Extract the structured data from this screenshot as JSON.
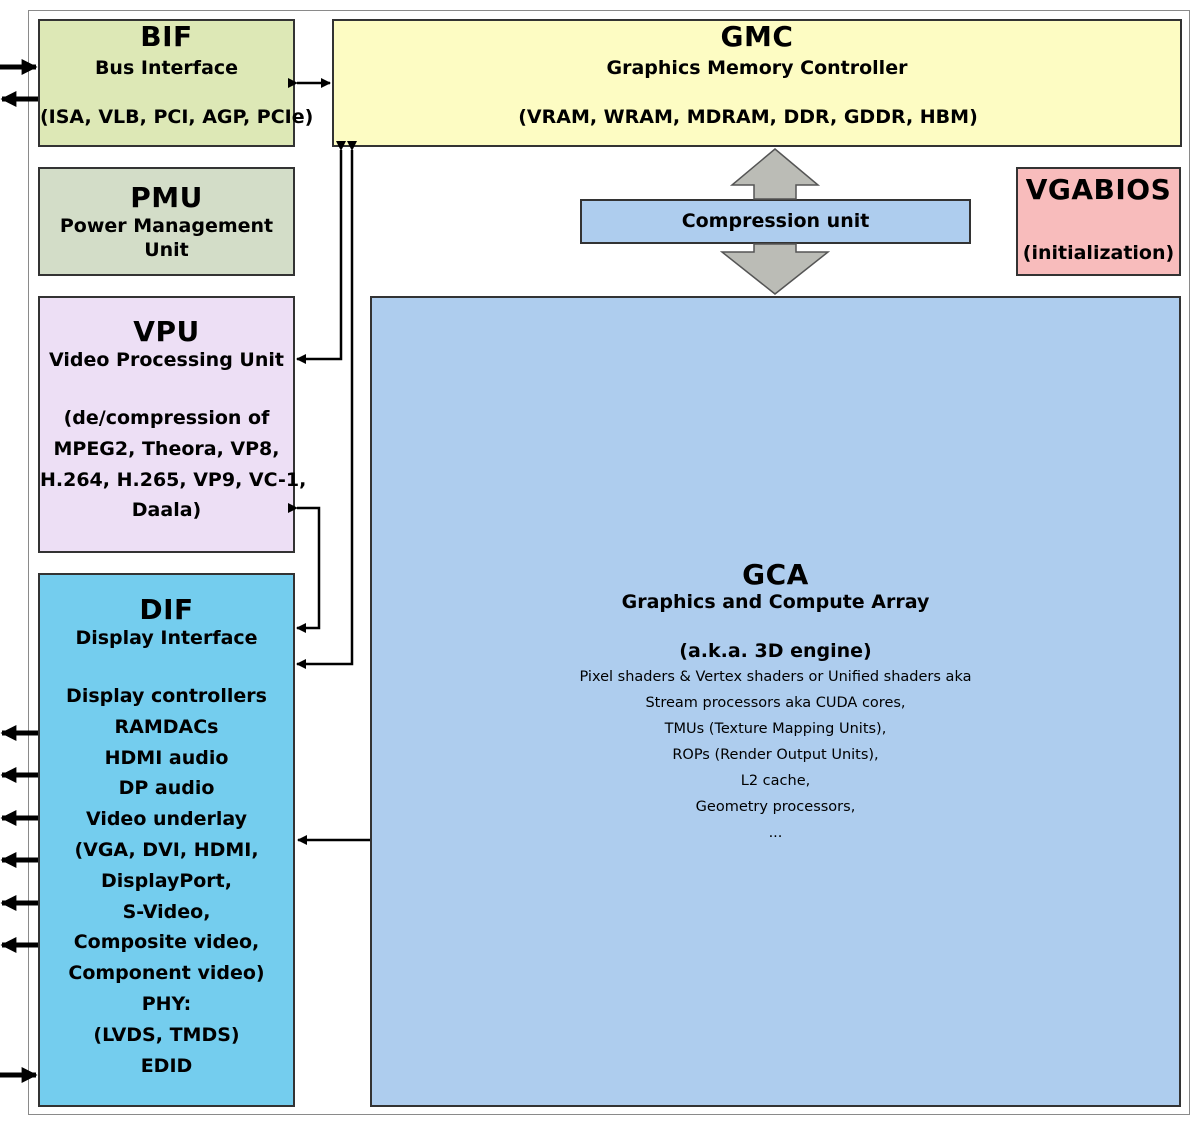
{
  "bif": {
    "title": "BIF",
    "subtitle": "Bus Interface",
    "buses": "(ISA, VLB, PCI, AGP, PCIe)"
  },
  "pmu": {
    "title": "PMU",
    "line1": "Power Management",
    "line2": "Unit"
  },
  "vpu": {
    "title": "VPU",
    "subtitle": "Video Processing Unit",
    "codecs": [
      "(de/compression of",
      "MPEG2, Theora, VP8,",
      "H.264, H.265, VP9, VC-1,",
      "Daala)"
    ]
  },
  "dif": {
    "title": "DIF",
    "subtitle": "Display Interface",
    "items": [
      "Display controllers",
      "RAMDACs",
      "HDMI audio",
      "DP audio",
      "Video underlay",
      "(VGA, DVI, HDMI,",
      "DisplayPort,",
      "S-Video,",
      "Composite video,",
      "Component video)",
      "PHY:",
      "(LVDS, TMDS)",
      "EDID"
    ]
  },
  "gmc": {
    "title": "GMC",
    "subtitle": "Graphics Memory Controller",
    "memory_types": "(VRAM, WRAM, MDRAM, DDR, GDDR, HBM)"
  },
  "vgabios": {
    "title": "VGABIOS",
    "note": "(initialization)"
  },
  "compression": {
    "label": "Compression unit"
  },
  "gca": {
    "title": "GCA",
    "subtitle": "Graphics and Compute Array",
    "aka": "(a.k.a. 3D engine)",
    "details": [
      "Pixel shaders & Vertex shaders or Unified shaders aka",
      "Stream processors aka CUDA cores,",
      "TMUs (Texture Mapping Units),",
      "ROPs (Render Output Units),",
      "L2 cache,",
      "Geometry processors,",
      "..."
    ]
  },
  "colors": {
    "bif": "#dde8b6",
    "pmu": "#d3ddc8",
    "vpu": "#eddff5",
    "dif": "#74cdee",
    "gmc": "#fdfcc3",
    "vgabios": "#f8bcbc",
    "compression": "#aecdee",
    "gca": "#aecdee",
    "big_arrow": "#bbbcb6"
  }
}
